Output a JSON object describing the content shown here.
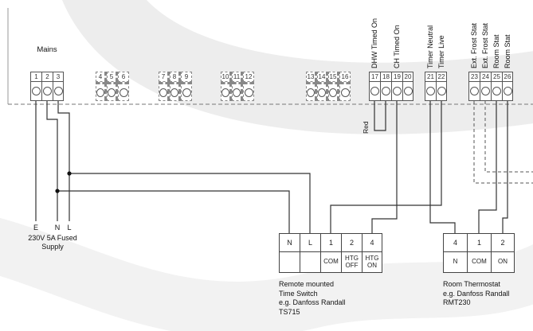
{
  "diagram": {
    "mains_label": "Mains",
    "supply_labels": {
      "e": "E",
      "n": "N",
      "l": "L"
    },
    "supply_caption": [
      "230V 5A Fused",
      "Supply"
    ],
    "wire_red_label": "Red",
    "groups": [
      {
        "terminals": [
          "1",
          "2",
          "3"
        ]
      },
      {
        "terminals": [
          "4",
          "5",
          "6"
        ]
      },
      {
        "terminals": [
          "7",
          "8",
          "9"
        ]
      },
      {
        "terminals": [
          "10",
          "11",
          "12"
        ]
      },
      {
        "terminals": [
          "13",
          "14",
          "15",
          "16"
        ]
      },
      {
        "terminals": [
          "17",
          "18",
          "19",
          "20"
        ]
      },
      {
        "terminals": [
          "21",
          "22"
        ]
      },
      {
        "terminals": [
          "23",
          "24",
          "25",
          "26"
        ]
      }
    ],
    "rotated_labels": [
      "DHW Timed On",
      "CH Timed On",
      "Timer Neutral",
      "Timer Live",
      "Ext. Frost Stat",
      "Ext. Frost Stat",
      "Room Stat",
      "Room Stat"
    ],
    "time_switch": {
      "terminals": [
        "N",
        "L",
        "1",
        "2",
        "4"
      ],
      "sub_labels": [
        "",
        "",
        "COM",
        "HTG OFF",
        "HTG ON"
      ],
      "caption": [
        "Remote mounted",
        "Time Switch",
        "e.g. Danfoss Randall",
        "TS715"
      ]
    },
    "room_stat": {
      "terminals": [
        "4",
        "1",
        "2"
      ],
      "sub_labels": [
        "N",
        "COM",
        "ON"
      ],
      "caption": [
        "Room Thermostat",
        "e.g. Danfoss Randall",
        "RMT230"
      ]
    }
  }
}
